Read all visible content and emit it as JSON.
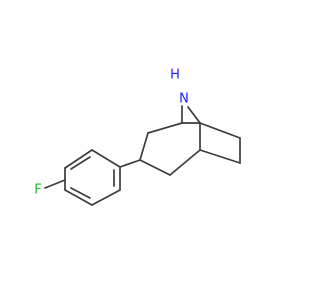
{
  "molecule": {
    "atoms": {
      "nitrogen": {
        "symbol": "N",
        "hydrogen": "H",
        "color": "#1a1aff"
      },
      "fluorine": {
        "symbol": "F",
        "color": "#2ab52a"
      }
    },
    "bond_color": "#3c3c3c"
  }
}
